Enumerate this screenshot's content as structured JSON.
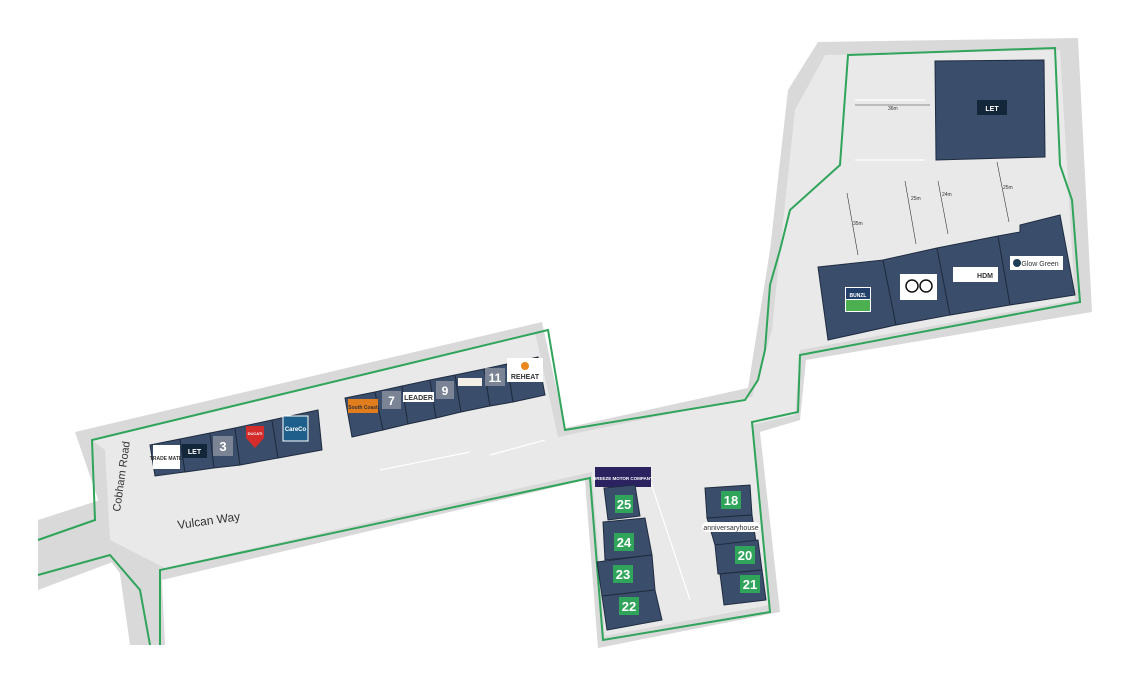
{
  "roads": {
    "cobham_road": "Cobham Road",
    "vulcan_way": "Vulcan Way"
  },
  "colors": {
    "building": "#3a4d6b",
    "boundary": "#2fa45a",
    "unit_number": "#2fa45a",
    "ground": "#e9e9e9",
    "road": "#d9d9d9"
  },
  "west_terrace": {
    "units": [
      {
        "label": "TRADE MATE",
        "type": "logo"
      },
      {
        "label": "LET",
        "type": "status"
      },
      {
        "label": "3",
        "type": "number"
      },
      {
        "label": "DUCATI",
        "type": "logo"
      },
      {
        "label": "CareCo",
        "type": "logo"
      }
    ]
  },
  "middle_terrace": {
    "units": [
      {
        "label": "South Coast",
        "type": "logo"
      },
      {
        "label": "7",
        "type": "number"
      },
      {
        "label": "LEADER",
        "type": "logo"
      },
      {
        "label": "9",
        "type": "number"
      },
      {
        "label": "",
        "type": "logo"
      },
      {
        "label": "11",
        "type": "number"
      },
      {
        "label": "REHEAT",
        "type": "logo"
      }
    ]
  },
  "north_east": {
    "let_label": "LET",
    "units": [
      {
        "label": "BUNZL",
        "type": "logo"
      },
      {
        "label": "OO",
        "type": "logo"
      },
      {
        "label": "HDM",
        "type": "logo"
      },
      {
        "label": "Glow Green",
        "type": "logo"
      }
    ],
    "dimensions": [
      "36m",
      "35m",
      "25m",
      "24m",
      "25m"
    ]
  },
  "south_court": {
    "banner": "BREEZE MOTOR COMPANY",
    "anniversary": "anniversaryhouse",
    "units": [
      "25",
      "24",
      "23",
      "22",
      "18",
      "20",
      "21"
    ]
  }
}
